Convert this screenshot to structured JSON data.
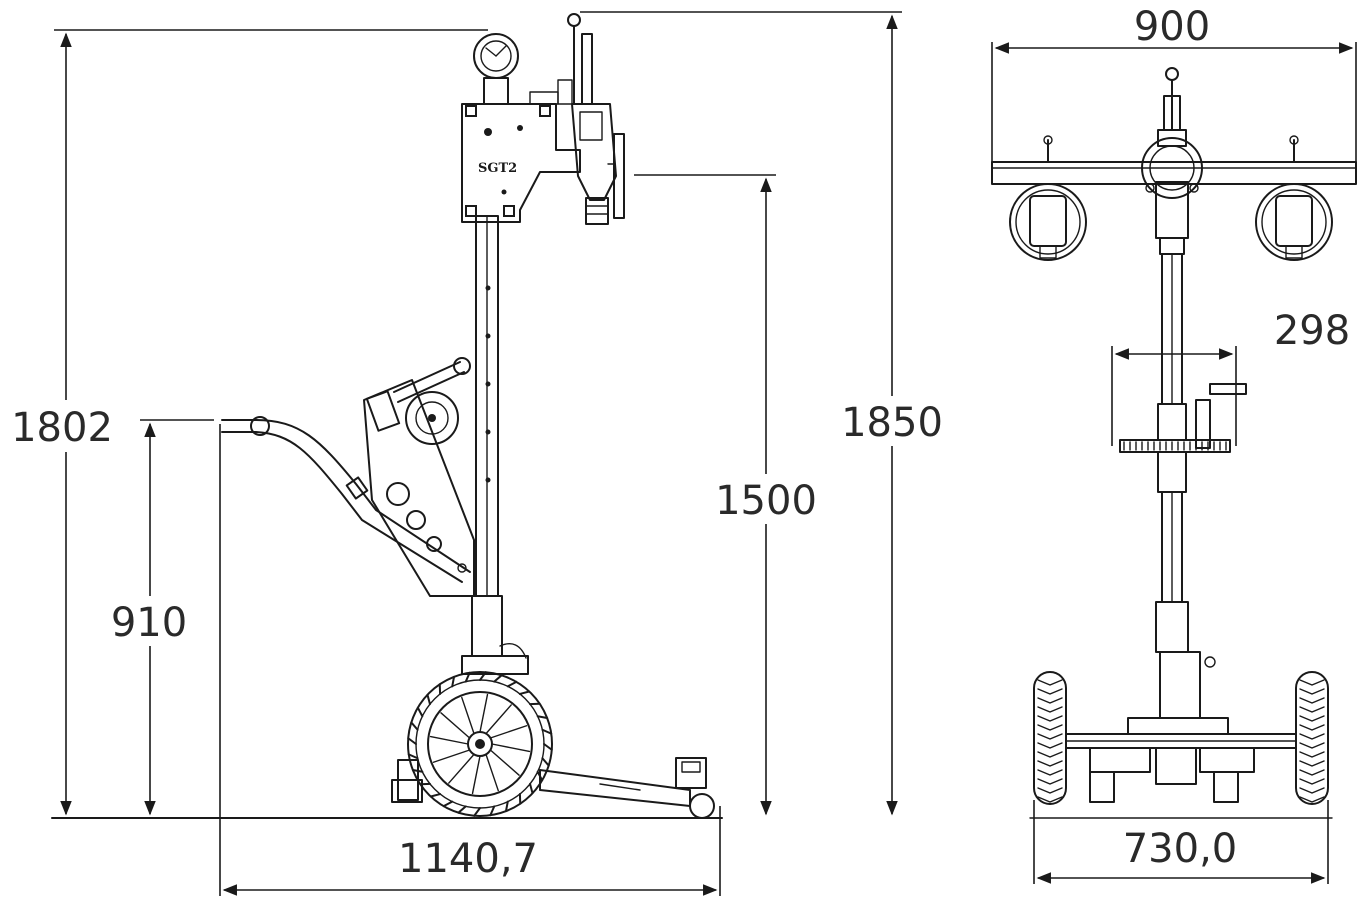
{
  "side_view": {
    "brand_mark": "SGT2",
    "dimensions": {
      "overall_height_frame": "1802",
      "handle_height": "910",
      "pad_height": "1500",
      "overall_height": "1850",
      "length": "1140,7"
    }
  },
  "front_view": {
    "dimensions": {
      "beam_width": "900",
      "crank_width": "298",
      "wheel_track": "730,0"
    }
  },
  "colors": {
    "line": "#1a1a1a",
    "background": "#ffffff"
  }
}
